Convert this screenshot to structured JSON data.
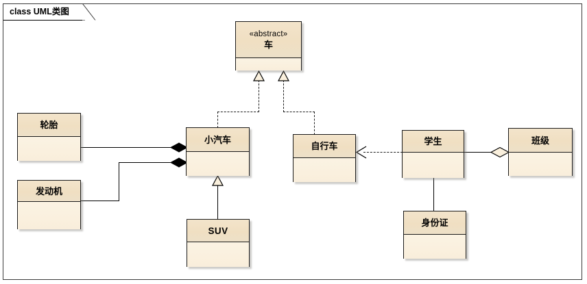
{
  "diagram": {
    "frame_label_keyword": "class",
    "frame_label_name": "UML类图",
    "title_full": "class UML类图",
    "colors": {
      "node_header_fill": "#F0DFC2",
      "node_body_fill": "#FAF0DD",
      "node_border": "#1A1A1A",
      "line": "#000000",
      "canvas": "#FFFFFF"
    }
  },
  "nodes": [
    {
      "id": "che",
      "name": "车",
      "stereotype": "«abstract»",
      "is_abstract": true
    },
    {
      "id": "xiaoqiche",
      "name": "小汽车",
      "stereotype": "",
      "is_abstract": false
    },
    {
      "id": "zixingche",
      "name": "自行车",
      "stereotype": "",
      "is_abstract": false
    },
    {
      "id": "luntai",
      "name": "轮胎",
      "stereotype": "",
      "is_abstract": false
    },
    {
      "id": "fadongji",
      "name": "发动机",
      "stereotype": "",
      "is_abstract": false
    },
    {
      "id": "suv",
      "name": "SUV",
      "stereotype": "",
      "is_abstract": false
    },
    {
      "id": "xuesheng",
      "name": "学生",
      "stereotype": "",
      "is_abstract": false
    },
    {
      "id": "banji",
      "name": "班级",
      "stereotype": "",
      "is_abstract": false
    },
    {
      "id": "shenfenzheng",
      "name": "身份证",
      "stereotype": "",
      "is_abstract": false
    }
  ],
  "relations": [
    {
      "id": "r1",
      "type": "realization",
      "from": "小汽车",
      "to": "车",
      "line": "dashed",
      "end": "hollow-triangle"
    },
    {
      "id": "r2",
      "type": "realization",
      "from": "自行车",
      "to": "车",
      "line": "dashed",
      "end": "hollow-triangle"
    },
    {
      "id": "r3",
      "type": "generalization",
      "from": "SUV",
      "to": "小汽车",
      "line": "solid",
      "end": "hollow-triangle"
    },
    {
      "id": "r4",
      "type": "composition",
      "from": "轮胎",
      "to": "小汽车",
      "line": "solid",
      "end": "filled-diamond"
    },
    {
      "id": "r5",
      "type": "composition",
      "from": "发动机",
      "to": "小汽车",
      "line": "solid",
      "end": "filled-diamond"
    },
    {
      "id": "r6",
      "type": "dependency",
      "from": "学生",
      "to": "自行车",
      "line": "dashed",
      "end": "open-arrow"
    },
    {
      "id": "r7",
      "type": "aggregation",
      "from": "学生",
      "to": "班级",
      "line": "solid",
      "end": "hollow-diamond"
    },
    {
      "id": "r8",
      "type": "association",
      "from": "学生",
      "to": "身份证",
      "line": "solid",
      "end": "none"
    }
  ]
}
